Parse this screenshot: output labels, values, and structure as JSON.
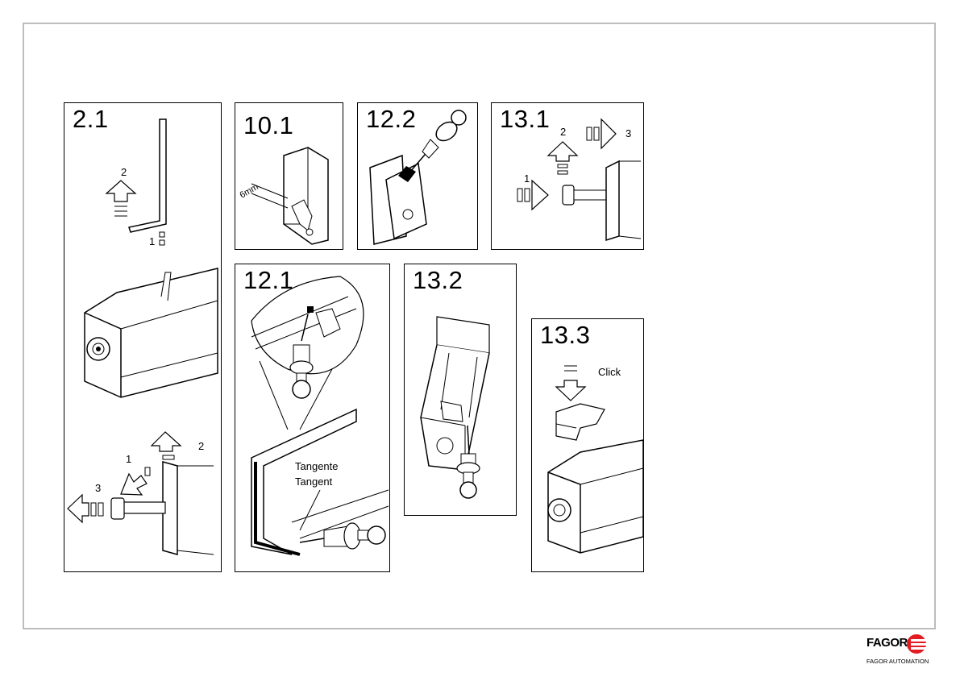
{
  "panels": {
    "p2_1": {
      "label": "2.1",
      "step_1_top": "1",
      "step_2_top": "2",
      "step_1_bottom": "1",
      "step_2_bottom": "2",
      "step_3_bottom": "3"
    },
    "p10_1": {
      "label": "10.1",
      "dimension": "6mm"
    },
    "p12_2": {
      "label": "12.2"
    },
    "p13_1": {
      "label": "13.1",
      "step_1": "1",
      "step_2": "2",
      "step_3": "3"
    },
    "p12_1": {
      "label": "12.1",
      "text_es": "Tangente",
      "text_en": "Tangent"
    },
    "p13_2": {
      "label": "13.2"
    },
    "p13_3": {
      "label": "13.3",
      "click": "Click"
    }
  },
  "logo": {
    "brand": "FAGOR",
    "subtitle": "FAGOR AUTOMATION",
    "color": "#e31b23"
  }
}
